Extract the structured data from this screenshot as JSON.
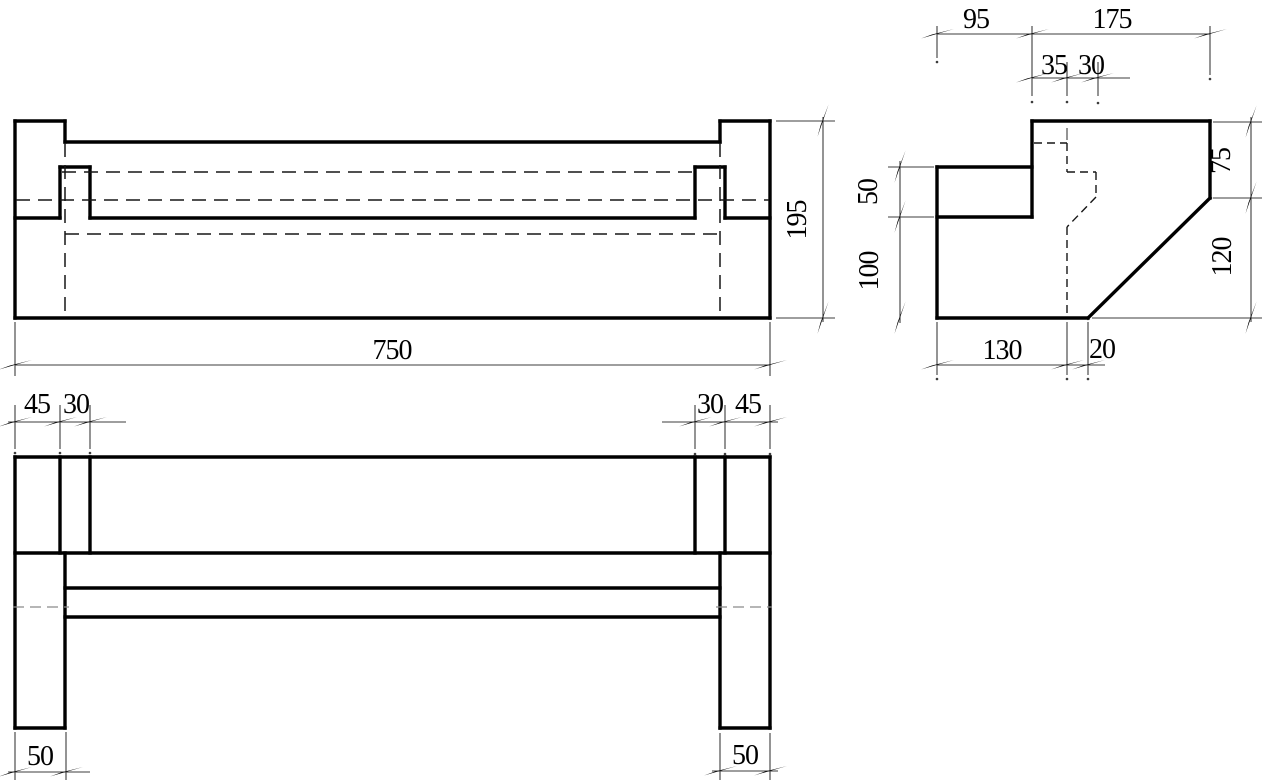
{
  "drawing": {
    "background": "#ffffff",
    "line_color": "#000000",
    "front_view": {
      "width_label": "750",
      "height_label": "195"
    },
    "bottom_view": {
      "offset_left": "45",
      "notch_left": "30",
      "notch_right": "30",
      "offset_right": "45",
      "leg_width_left": "50",
      "leg_width_right": "50"
    },
    "side_view": {
      "depth_front": "95",
      "depth_back": "175",
      "rib_offset": "35",
      "rib_width": "30",
      "height_upper_left": "50",
      "height_lower_left": "100",
      "height_upper_right": "75",
      "height_lower_right": "120",
      "base_length": "130",
      "base_chamfer": "20"
    }
  }
}
